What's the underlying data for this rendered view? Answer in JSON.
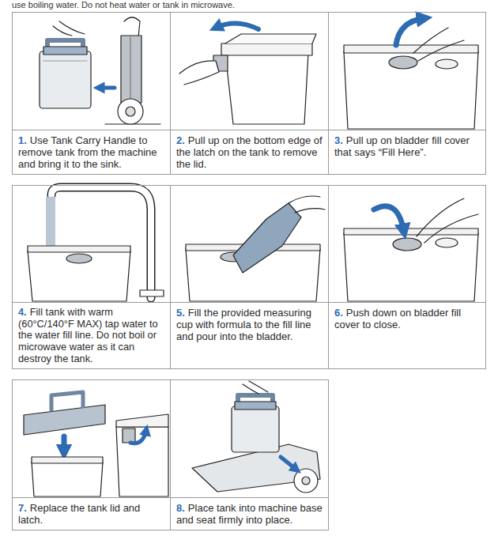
{
  "diagram": {
    "nodes": [
      {
        "text": [
          "1.",
          "Use Tank Carry Handle to remove tank from the machine and bring it to the sink."
        ]
      },
      {
        "text": [
          "2.",
          "Pull up on the bottom edge of the latch on the tank to remove the lid."
        ]
      },
      {
        "text": [
          "3.",
          "Pull up on bladder fill cover that says “Fill Here”."
        ]
      },
      {
        "text": [
          "4.",
          "Fill tank with warm (60°C/140°F MAX) tap water to the water fill line. Do not boil or microwave water as it can destroy the tank."
        ]
      },
      {
        "text": [
          "5.",
          "Fill the provided measuring cup with formula to the fill line and pour into the bladder."
        ]
      },
      {
        "text": [
          "6.",
          "Push down on bladder fill cover to close."
        ]
      },
      {
        "text": [
          "7.",
          "Replace the tank lid and latch."
        ]
      },
      {
        "text": [
          "8.",
          "Place tank into machine base and seat firmly into place."
        ]
      }
    ],
    "labels": [
      "use boiling water. Do not heat water or tank in microwave."
    ]
  }
}
